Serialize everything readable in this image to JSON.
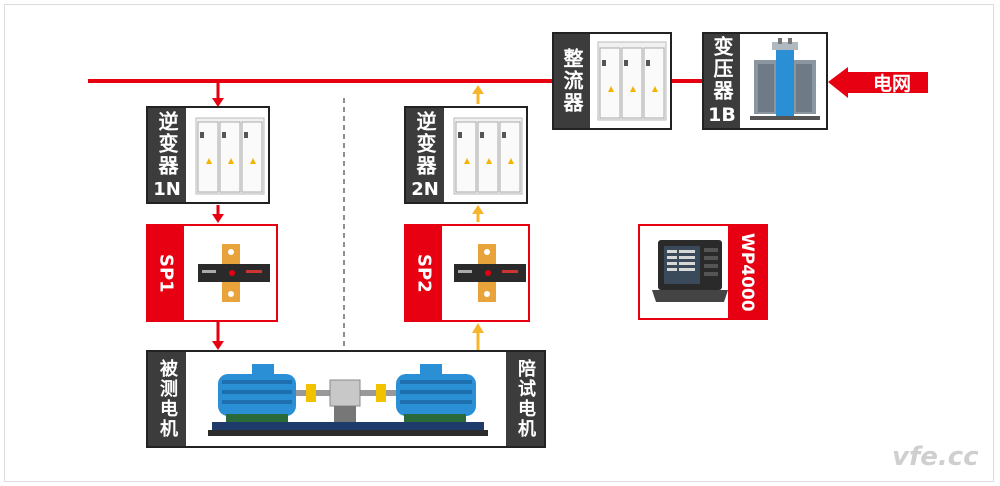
{
  "grid": {
    "label": "电网"
  },
  "transformer": {
    "label_line1": "变压器",
    "label_line2": "1B"
  },
  "rectifier": {
    "label": "整流器"
  },
  "inverter_1": {
    "label_line1": "逆变器",
    "label_line2": "1N"
  },
  "inverter_2": {
    "label_line1": "逆变器",
    "label_line2": "2N"
  },
  "sensor_1": {
    "label": "SP1"
  },
  "sensor_2": {
    "label": "SP2"
  },
  "analyzer": {
    "label": "WP4000"
  },
  "motor_under_test": {
    "label": "被测电机"
  },
  "load_motor": {
    "label": "陪试电机"
  },
  "watermark": "vfe.cc",
  "colors": {
    "red": "#e60012",
    "orange": "#f7b52c",
    "dark": "#3c3c3c",
    "motor_blue": "#2b8fd6"
  }
}
